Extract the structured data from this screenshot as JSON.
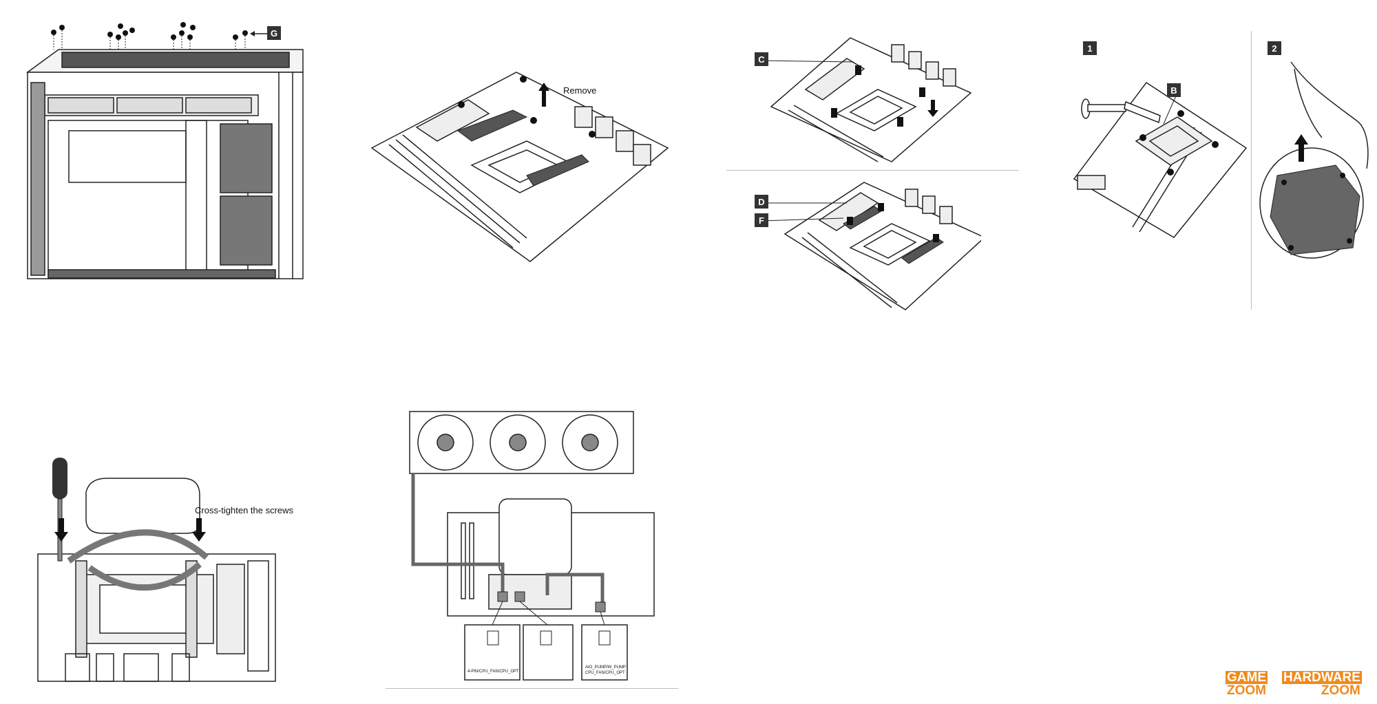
{
  "labels": {
    "remove": "Remove",
    "cross_tighten": "Cross-tighten the screws",
    "tag_g": "G",
    "tag_c": "C",
    "tag_d": "D",
    "tag_f": "F",
    "tag_b": "B",
    "step_1": "1",
    "step_2": "2",
    "header_1": "4-PIN/CPU_FAN/CPU_OPT",
    "header_3a": "AIO_PUMP/W_PUMP",
    "header_3b": "CPU_FAN/CPU_OPT"
  },
  "logos": {
    "left_line1": "GAME",
    "left_line2": "ZOOM",
    "right_line1": "HARDWARE",
    "right_line2": "ZOOM"
  },
  "colors": {
    "line": "#222222",
    "dark_part": "#555555",
    "logo_orange": "#f08a1c"
  }
}
